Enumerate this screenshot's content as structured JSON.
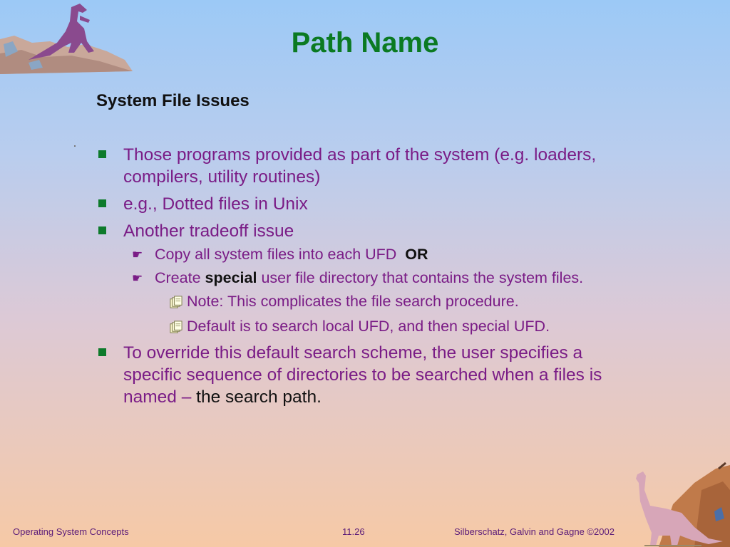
{
  "title": "Path Name",
  "subtitle": "System File Issues",
  "bullets": {
    "b1": "Those programs provided as part of the system (e.g. loaders, compilers, utility routines)",
    "b2": "e.g., Dotted files in Unix",
    "b3": "Another tradeoff issue",
    "sub1_text": "Copy all system files into each UFD",
    "sub1_or": "OR",
    "sub2_pre": "Create",
    "sub2_bold": "special",
    "sub2_post": "user file directory that contains the system files.",
    "note1": "Note: This complicates the file search procedure.",
    "note2": "Default is to search local UFD, and then special UFD.",
    "b4_main": "To override this default search scheme, the user specifies a specific sequence of directories to be searched when a files is named –",
    "b4_tail": "the search path."
  },
  "footer": {
    "left": "Operating System Concepts",
    "center": "11.26",
    "right": "Silberschatz, Galvin and  Gagne ©2002"
  },
  "icons": {
    "bullet": "green-square-bullet",
    "sub_bullet": "pointing-hand-icon",
    "note_bullet": "note-pad-icon"
  },
  "colors": {
    "title": "#0b7a22",
    "body_text": "#7a1c86",
    "bullet": "#0d7a2b",
    "footer": "#5a1a78"
  }
}
